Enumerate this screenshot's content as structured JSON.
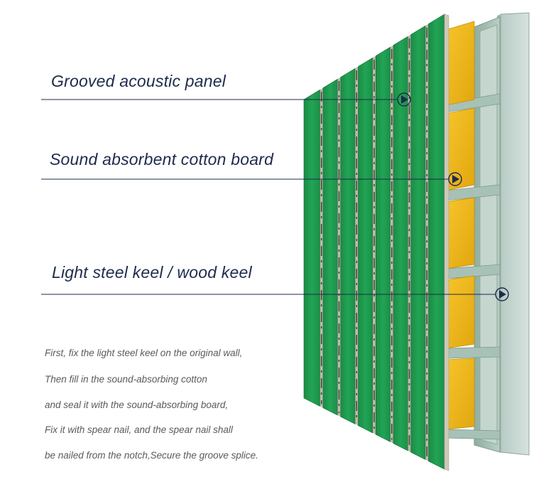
{
  "callouts": [
    {
      "label": "Grooved acoustic panel"
    },
    {
      "label": "Sound absorbent cotton board"
    },
    {
      "label": "Light steel keel / wood keel"
    }
  ],
  "notes": [
    "First, fix the light steel keel on the original wall,",
    "Then fill in the sound-absorbing cotton",
    "and seal it with the sound-absorbing board,",
    "Fix it with spear nail, and the spear nail shall",
    "be nailed from the notch,Secure the groove splice."
  ],
  "colors": {
    "panel_green": "#1e9a4e",
    "panel_green_dark": "#157a3a",
    "cotton_yellow": "#f0b81c",
    "keel_gray": "#a9c3b9",
    "wall_gray": "#c9d8d2",
    "line_navy": "#1d2b4c"
  }
}
